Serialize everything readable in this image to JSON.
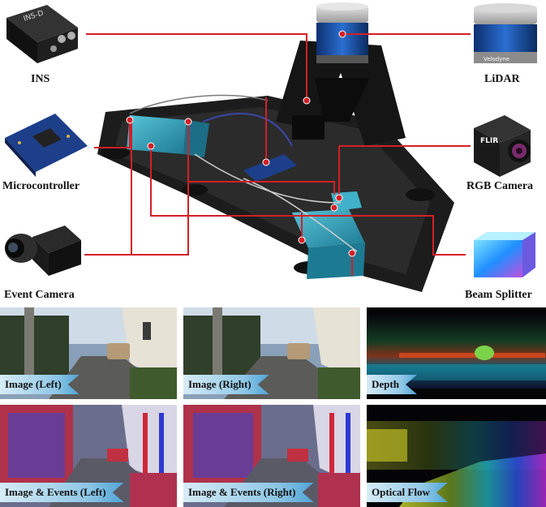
{
  "sensors": {
    "ins": "INS",
    "lidar": "LiDAR",
    "microcontroller": "Microcontroller",
    "rgb_camera": "RGB Camera",
    "event_camera": "Event Camera",
    "beam_splitter": "Beam Splitter",
    "lidar_brand": "Velodyne",
    "rgb_brand": "FLIR",
    "ins_marking": "INS-D"
  },
  "tiles": {
    "image_left": "Image (Left)",
    "image_right": "Image (Right)",
    "depth": "Depth",
    "events_left": "Image & Events (Left)",
    "events_right": "Image & Events (Right)",
    "optical_flow": "Optical Flow"
  },
  "colors": {
    "connector": "#d41f26",
    "label_gradient_end": "#4ea4d6",
    "housing": "#2f9fb8"
  }
}
